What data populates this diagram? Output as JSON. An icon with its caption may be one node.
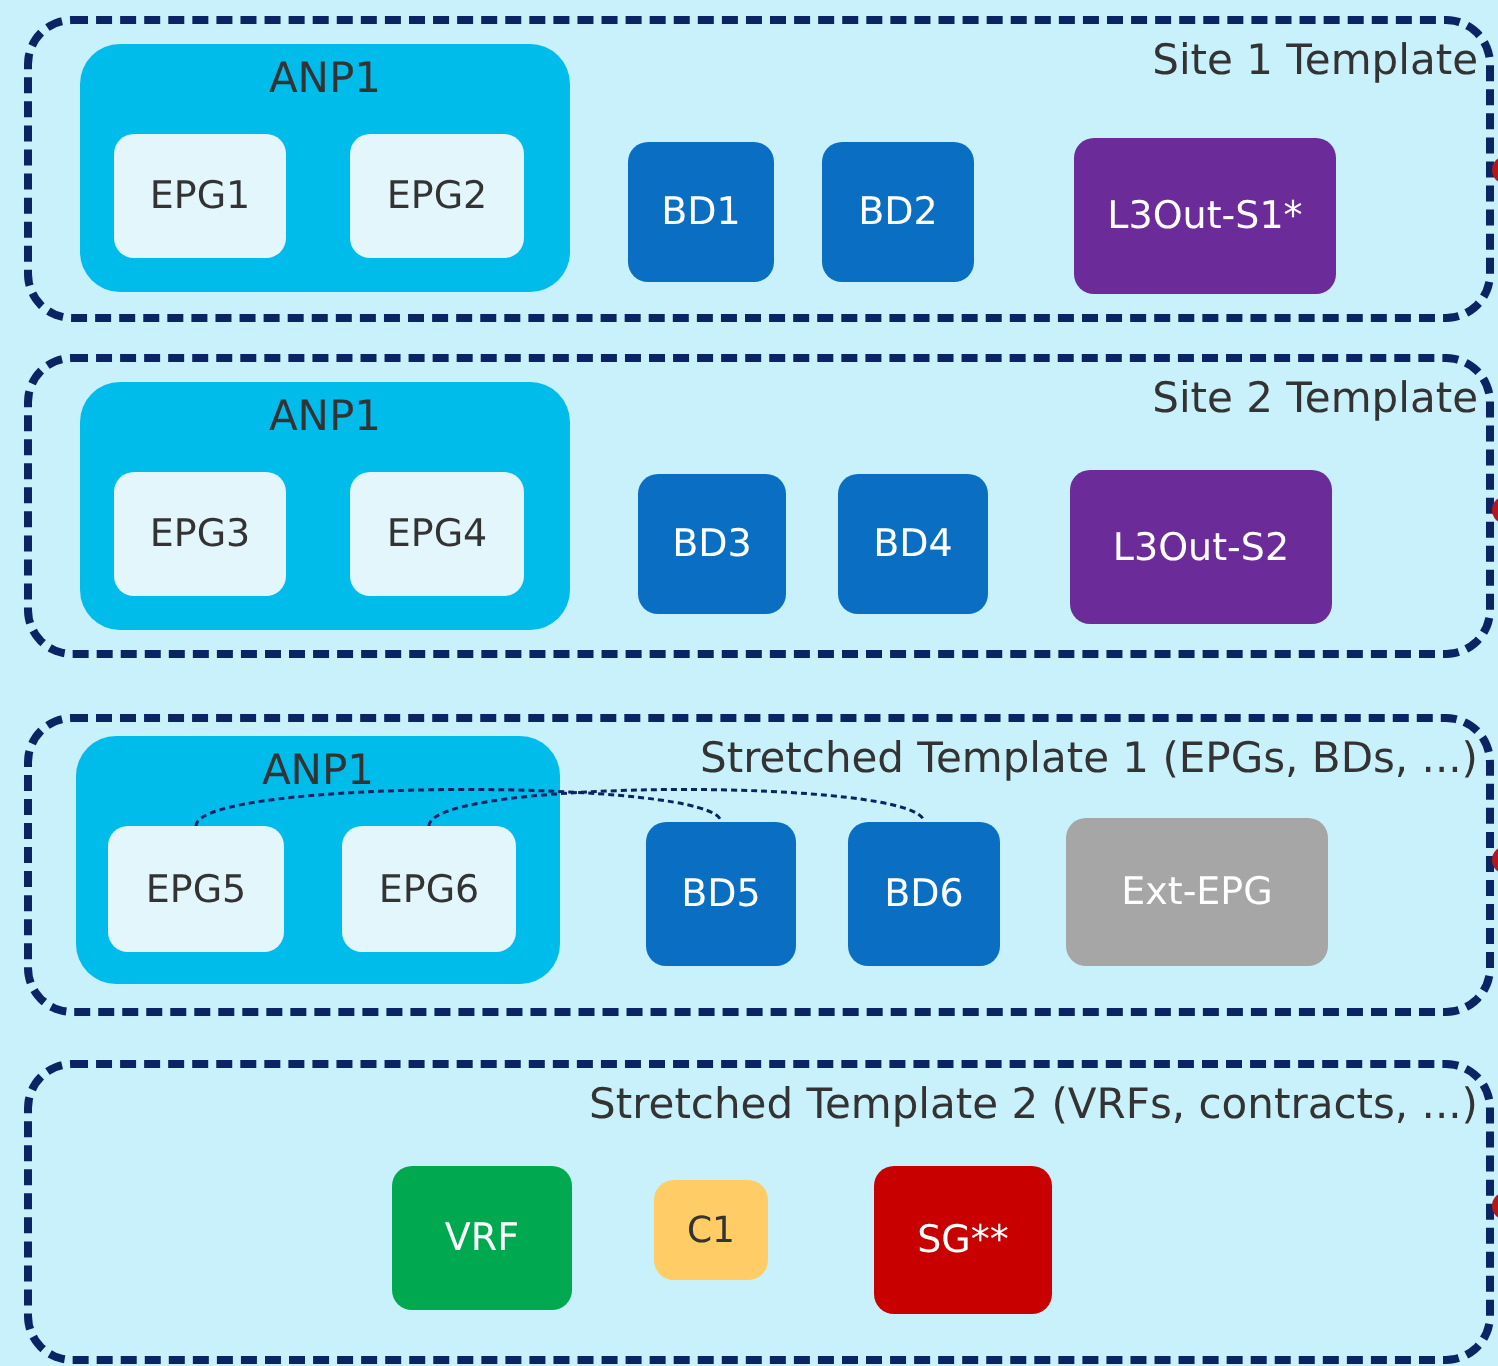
{
  "diagram": {
    "nodes": [
      {
        "text": [
          "Site 1 Template"
        ]
      },
      {
        "text": [
          "ANP1"
        ],
        "in": 0
      },
      {
        "text": [
          "EPG1"
        ],
        "in": 1
      },
      {
        "text": [
          "EPG2"
        ],
        "in": 1
      },
      {
        "text": [
          "BD1"
        ],
        "in": 0
      },
      {
        "text": [
          "BD2"
        ],
        "in": 0
      },
      {
        "text": [
          "L3Out-S1*"
        ],
        "in": 0
      },
      {
        "text": [
          "Site 2 Template"
        ]
      },
      {
        "text": [
          "ANP1"
        ],
        "in": 7
      },
      {
        "text": [
          "EPG3"
        ],
        "in": 8
      },
      {
        "text": [
          "EPG4"
        ],
        "in": 8
      },
      {
        "text": [
          "BD3"
        ],
        "in": 7
      },
      {
        "text": [
          "BD4"
        ],
        "in": 7
      },
      {
        "text": [
          "L3Out-S2"
        ],
        "in": 7
      },
      {
        "text": [
          "Stretched Template 1 (EPGs, BDs, ...)"
        ]
      },
      {
        "text": [
          "ANP1"
        ],
        "in": 14
      },
      {
        "text": [
          "EPG5"
        ],
        "in": 15
      },
      {
        "text": [
          "EPG6"
        ],
        "in": 15
      },
      {
        "text": [
          "BD5"
        ],
        "in": 14
      },
      {
        "text": [
          "BD6"
        ],
        "in": 14
      },
      {
        "text": [
          "Ext-EPG"
        ],
        "in": 14
      },
      {
        "text": [
          "Stretched Template 2 (VRFs, contracts, ...)"
        ]
      },
      {
        "text": [
          "VRF"
        ],
        "in": 21
      },
      {
        "text": [
          "C1"
        ],
        "in": 21
      },
      {
        "text": [
          "SG**"
        ],
        "in": 21
      }
    ],
    "edges": [
      {
        "from": 16,
        "to": 18,
        "arrow": "none",
        "style": "dashed"
      },
      {
        "from": 17,
        "to": 19,
        "arrow": "none",
        "style": "dashed"
      }
    ]
  }
}
